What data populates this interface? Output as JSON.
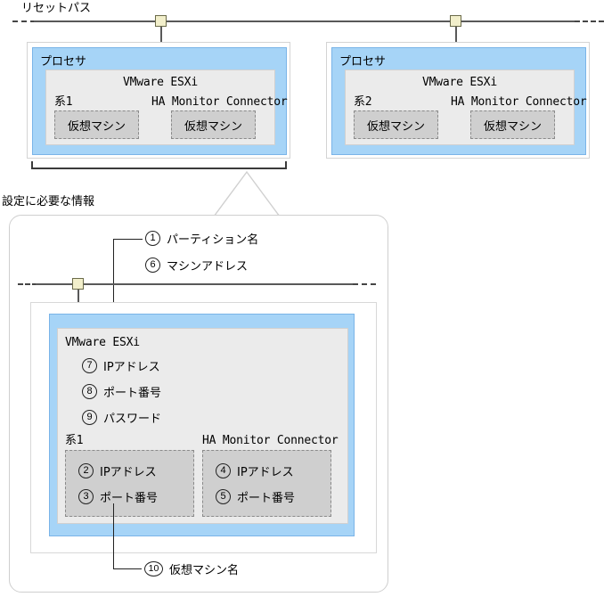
{
  "diagram": {
    "reset_path_label": "リセットパス",
    "settings_section_label": "設定に必要な情報",
    "colors": {
      "processor_blue": "#a6d4f7",
      "inner_gray": "#ebebeb",
      "vm_gray": "#cfcfcf",
      "connector_yellow": "#f2efcb",
      "line_gray": "#595959"
    }
  },
  "top": {
    "units": [
      {
        "title": "プロセサ",
        "hypervisor": "VMware ESXi",
        "left_group_label": "系1",
        "right_group_label": "HA Monitor Connector",
        "left_vm_label": "仮想マシン",
        "right_vm_label": "仮想マシン"
      },
      {
        "title": "プロセサ",
        "hypervisor": "VMware ESXi",
        "left_group_label": "系2",
        "right_group_label": "HA Monitor Connector",
        "left_vm_label": "仮想マシン",
        "right_vm_label": "仮想マシン"
      }
    ]
  },
  "detail": {
    "hypervisor": "VMware ESXi",
    "left_group_label": "系1",
    "right_group_label": "HA Monitor Connector",
    "callouts": {
      "partition_name": {
        "num": "1",
        "text": "パーティション名"
      },
      "machine_address": {
        "num": "6",
        "text": "マシンアドレス"
      },
      "esxi_ip": {
        "num": "7",
        "text": "IPアドレス"
      },
      "esxi_port": {
        "num": "8",
        "text": "ポート番号"
      },
      "esxi_password": {
        "num": "9",
        "text": "パスワード"
      },
      "sys1_ip": {
        "num": "2",
        "text": "IPアドレス"
      },
      "sys1_port": {
        "num": "3",
        "text": "ポート番号"
      },
      "hamc_ip": {
        "num": "4",
        "text": "IPアドレス"
      },
      "hamc_port": {
        "num": "5",
        "text": "ポート番号"
      },
      "vm_name": {
        "num": "10",
        "text": "仮想マシン名"
      }
    }
  }
}
